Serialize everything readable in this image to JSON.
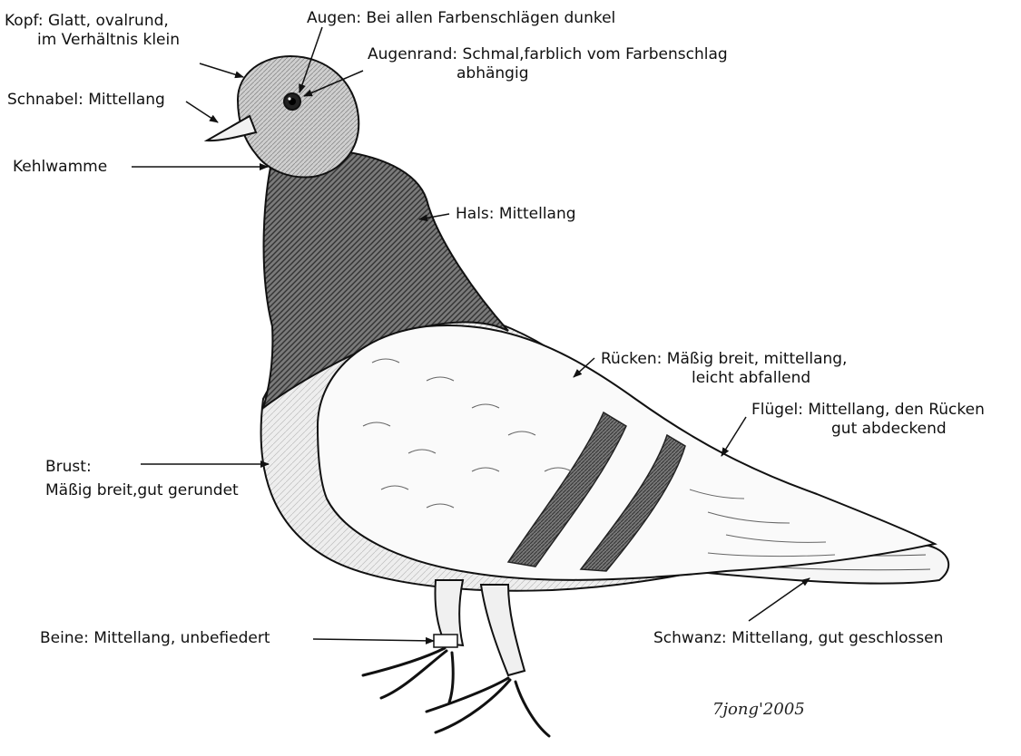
{
  "labels": {
    "kopf": {
      "line1": "Kopf: Glatt, ovalrund,",
      "line2": "im Verhältnis klein"
    },
    "augen": {
      "text": "Augen: Bei allen Farbenschlägen dunkel"
    },
    "augenrand": {
      "line1": "Augenrand: Schmal,farblich vom Farbenschlag",
      "line2": "abhängig"
    },
    "schnabel": {
      "text": "Schnabel: Mittellang"
    },
    "kehlwamme": {
      "text": "Kehlwamme"
    },
    "hals": {
      "text": "Hals: Mittellang"
    },
    "ruecken": {
      "line1": "Rücken: Mäßig breit, mittellang,",
      "line2": "leicht abfallend"
    },
    "fluegel": {
      "line1": "Flügel: Mittellang, den Rücken",
      "line2": "gut abdeckend"
    },
    "brust": {
      "line1": "Brust:",
      "line2": "Mäßig breit,gut gerundet"
    },
    "beine": {
      "text": "Beine: Mittellang, unbefiedert"
    },
    "schwanz": {
      "text": "Schwanz: Mittellang, gut geschlossen"
    }
  },
  "signature": "7jong'2005",
  "colors": {
    "ink": "#111111",
    "neck_shading": "#5a5a5a",
    "body_fill": "#f4f4f4",
    "wing_bar": "#6f6f6f",
    "background": "#ffffff"
  },
  "icons": [
    "pigeon-illustration",
    "arrow-icon"
  ]
}
